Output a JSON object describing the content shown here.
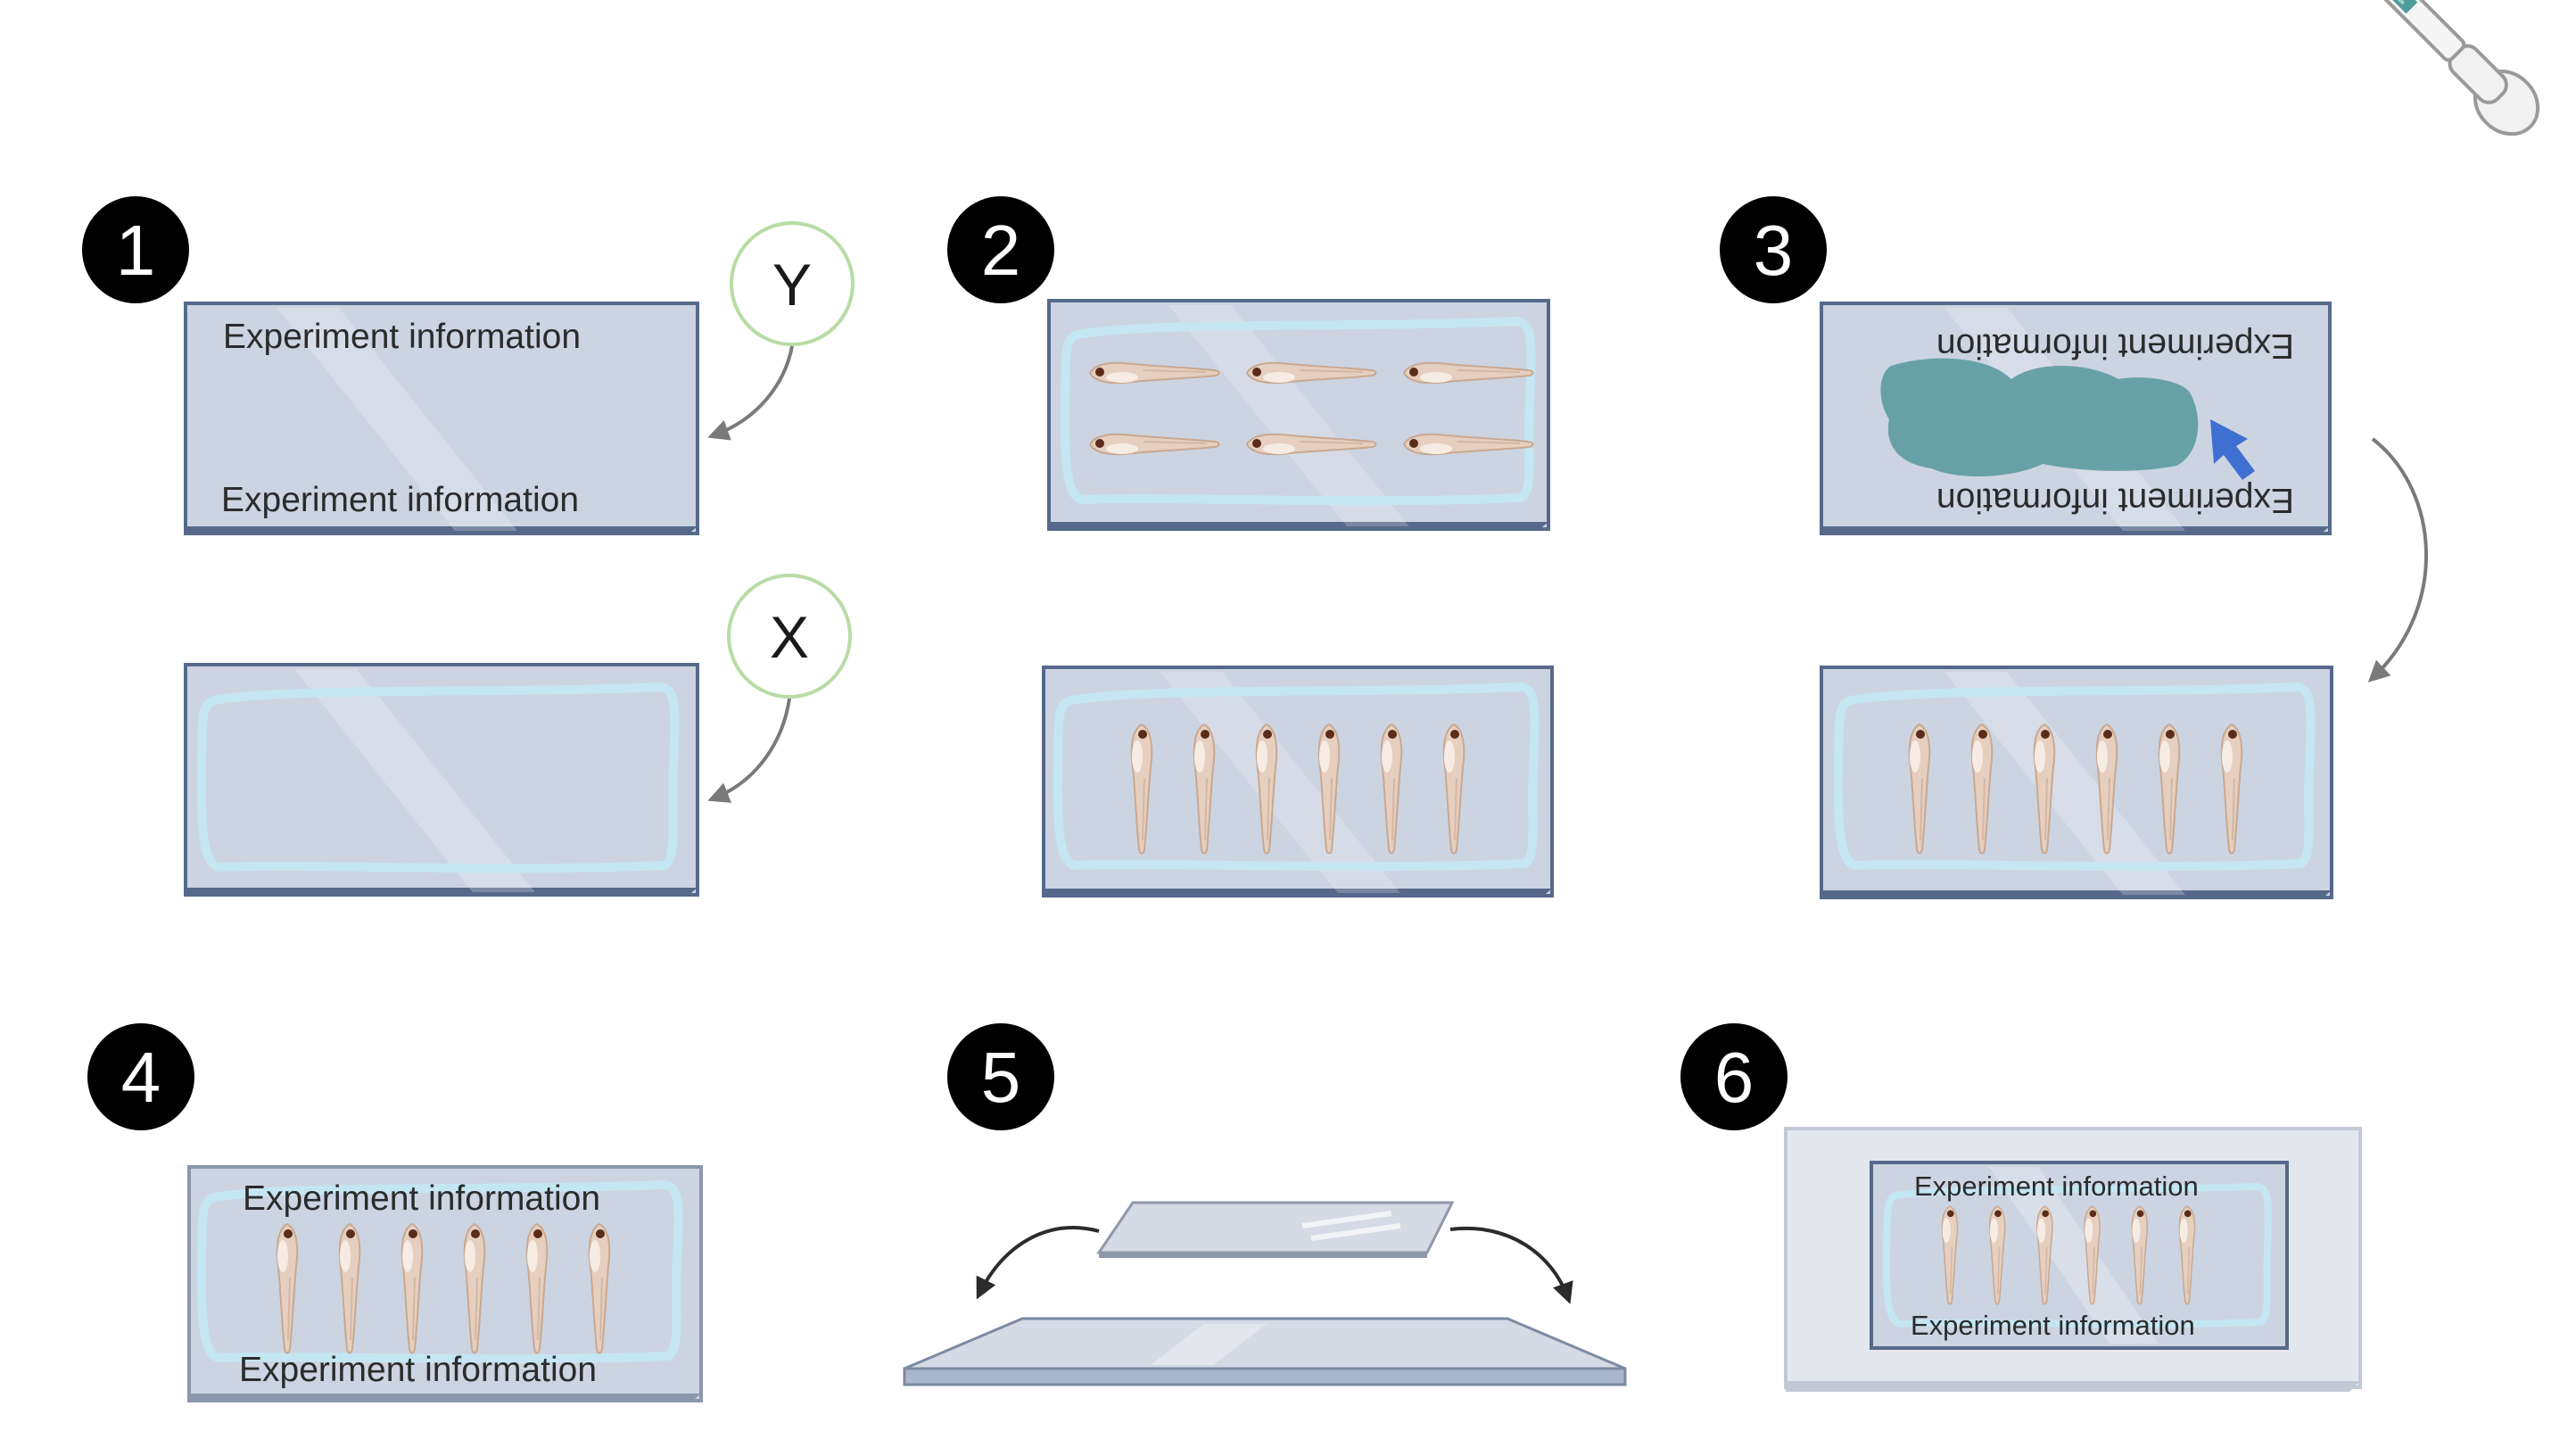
{
  "steps": [
    {
      "number": "1"
    },
    {
      "number": "2"
    },
    {
      "number": "3"
    },
    {
      "number": "4"
    },
    {
      "number": "5"
    },
    {
      "number": "6"
    }
  ],
  "labels": {
    "experiment_info": "Experiment information"
  },
  "axes": {
    "y": "Y",
    "x": "X"
  },
  "colors": {
    "slide_fill": "#ccd4e2",
    "slide_edge": "#56698a",
    "gel_ring": "#c4e6f2",
    "medium_blob": "#5e9ca2",
    "pointer_arrow": "#3f6fd1",
    "circle_border": "#b7dca5",
    "number_badge": "#000000"
  }
}
